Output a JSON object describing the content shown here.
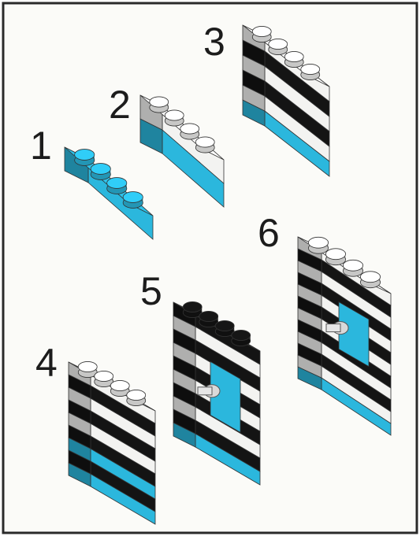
{
  "colors": {
    "cyan": "#2bb7dd",
    "black": "#141414",
    "white": "#f3f3f1",
    "paper": "#fbfbf8",
    "border": "#2a2a2a"
  },
  "steps": [
    {
      "label": "1",
      "layers": [
        "cyan"
      ],
      "icon": "brick-1x4"
    },
    {
      "label": "2",
      "layers": [
        "cyan",
        "white"
      ],
      "icon": "brick-stack"
    },
    {
      "label": "3",
      "layers": [
        "cyan",
        "white",
        "black",
        "white",
        "black",
        "white"
      ],
      "icon": "brick-stack"
    },
    {
      "label": "4",
      "layers": [
        "cyan",
        "black",
        "cyan",
        "black",
        "white",
        "black",
        "white",
        "black",
        "white"
      ],
      "icon": "brick-stack"
    },
    {
      "label": "5",
      "layers": [
        "cyan",
        "black",
        "white",
        "black",
        "white",
        "black",
        "white",
        "black",
        "white",
        "black"
      ],
      "icon": "brick-arch-with-axle"
    },
    {
      "label": "6",
      "layers": [
        "cyan",
        "white",
        "black",
        "white",
        "black",
        "white",
        "black",
        "white",
        "black",
        "white",
        "black",
        "white"
      ],
      "icon": "brick-arch-with-axle"
    }
  ]
}
